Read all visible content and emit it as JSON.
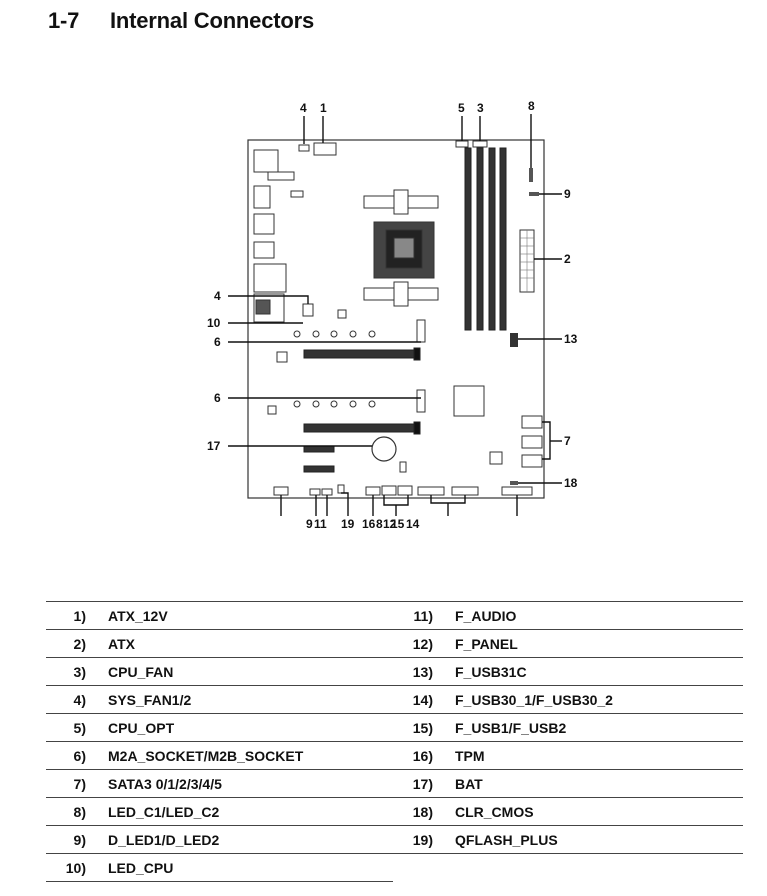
{
  "header": {
    "number": "1-7",
    "title": "Internal Connectors"
  },
  "callouts": {
    "top": [
      "4",
      "1",
      "5",
      "3",
      "8"
    ],
    "right": [
      "9",
      "2",
      "13",
      "7",
      "18"
    ],
    "left": [
      "4",
      "10",
      "6",
      "6",
      "17"
    ],
    "bottom": [
      "9",
      "11",
      "19",
      "16",
      "8",
      "12",
      "15",
      "14"
    ]
  },
  "legend": {
    "rows": [
      {
        "n1": "1)",
        "l1": "ATX_12V",
        "n2": "11)",
        "l2": "F_AUDIO"
      },
      {
        "n1": "2)",
        "l1": "ATX",
        "n2": "12)",
        "l2": "F_PANEL"
      },
      {
        "n1": "3)",
        "l1": "CPU_FAN",
        "n2": "13)",
        "l2": "F_USB31C"
      },
      {
        "n1": "4)",
        "l1": "SYS_FAN1/2",
        "n2": "14)",
        "l2": "F_USB30_1/F_USB30_2"
      },
      {
        "n1": "5)",
        "l1": "CPU_OPT",
        "n2": "15)",
        "l2": "F_USB1/F_USB2"
      },
      {
        "n1": "6)",
        "l1": "M2A_SOCKET/M2B_SOCKET",
        "n2": "16)",
        "l2": "TPM"
      },
      {
        "n1": "7)",
        "l1": "SATA3 0/1/2/3/4/5",
        "n2": "17)",
        "l2": "BAT"
      },
      {
        "n1": "8)",
        "l1": "LED_C1/LED_C2",
        "n2": "18)",
        "l2": "CLR_CMOS"
      },
      {
        "n1": "9)",
        "l1": "D_LED1/D_LED2",
        "n2": "19)",
        "l2": "QFLASH_PLUS"
      },
      {
        "n1": "10)",
        "l1": "LED_CPU",
        "n2": "",
        "l2": ""
      }
    ]
  }
}
